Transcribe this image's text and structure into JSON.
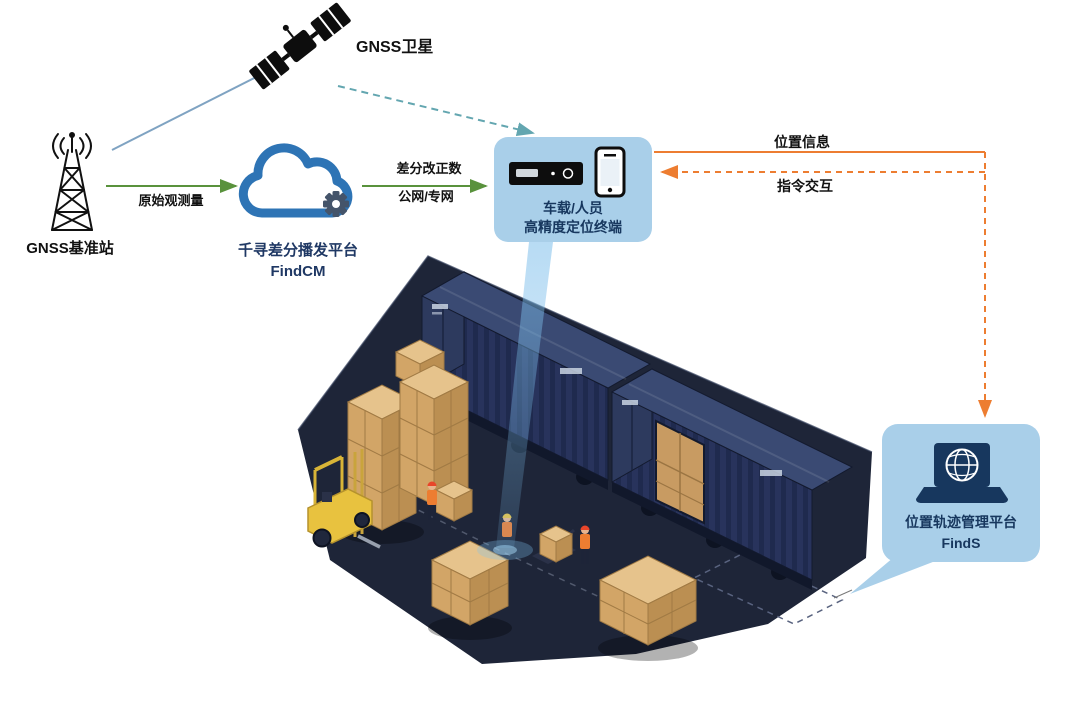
{
  "palette": {
    "card_blue": "#A9CFE9",
    "navy_text": "#17375E",
    "green_arrow": "#59923C",
    "orange_arrow": "#ED7D31",
    "teal_link": "#63A6B0",
    "steel_link": "#7FA3C2",
    "cloud_blue": "#2E74B5",
    "container_navy": "#28335C"
  },
  "satellite": {
    "label": "GNSS卫星"
  },
  "base_station": {
    "label": "GNSS基准站"
  },
  "findcm": {
    "name": "千寻差分播发平台",
    "product": "FindCM"
  },
  "flows": {
    "raw_observation": "原始观测量",
    "correction_data": "差分改正数",
    "network": "公网/专网",
    "position_info": "位置信息",
    "command_interaction": "指令交互"
  },
  "terminal": {
    "line1": "车载/人员",
    "line2": "高精度定位终端"
  },
  "finds": {
    "name": "位置轨迹管理平台",
    "product": "FindS"
  }
}
